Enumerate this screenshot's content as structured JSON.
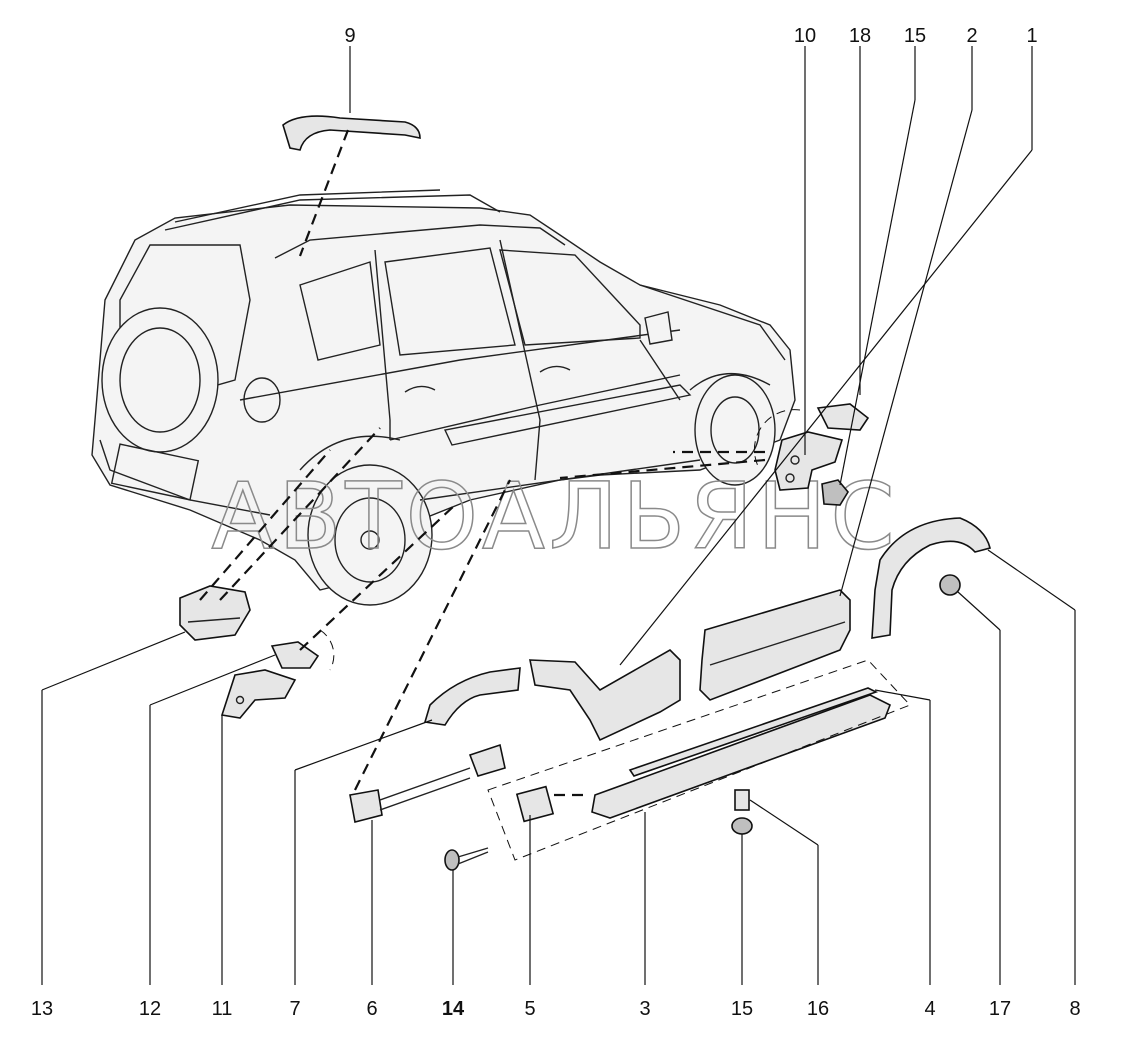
{
  "diagram": {
    "watermark": "АВТОАЛЬЯНС",
    "callouts_top": [
      {
        "id": "9",
        "text": "9"
      },
      {
        "id": "10",
        "text": "10"
      },
      {
        "id": "18",
        "text": "18"
      },
      {
        "id": "15a",
        "text": "15"
      },
      {
        "id": "2",
        "text": "2"
      },
      {
        "id": "1",
        "text": "1"
      }
    ],
    "callouts_bottom": [
      {
        "id": "13",
        "text": "13"
      },
      {
        "id": "12",
        "text": "12"
      },
      {
        "id": "11",
        "text": "11"
      },
      {
        "id": "7",
        "text": "7"
      },
      {
        "id": "6",
        "text": "6"
      },
      {
        "id": "14",
        "text": "14"
      },
      {
        "id": "5",
        "text": "5"
      },
      {
        "id": "3",
        "text": "3"
      },
      {
        "id": "15b",
        "text": "15"
      },
      {
        "id": "16",
        "text": "16"
      },
      {
        "id": "4",
        "text": "4"
      },
      {
        "id": "17",
        "text": "17"
      },
      {
        "id": "8",
        "text": "8"
      }
    ]
  }
}
